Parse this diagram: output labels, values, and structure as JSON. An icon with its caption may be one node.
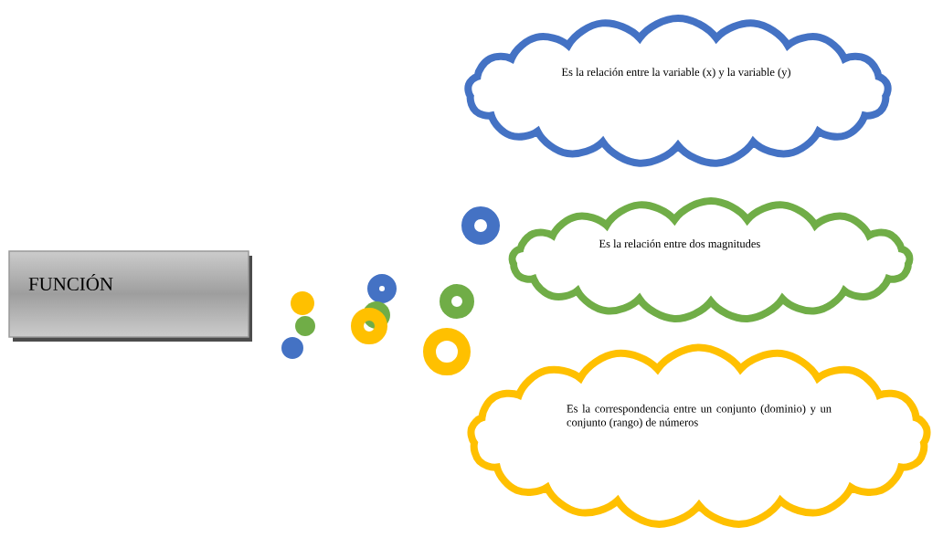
{
  "diagram": {
    "nodes": [
      {
        "text": [
          "FUNCIÓN"
        ]
      },
      {
        "text": [
          "Es la relación entre la variable (x) y la variable (y)"
        ]
      },
      {
        "text": [
          "Es la relación entre dos magnitudes"
        ]
      },
      {
        "text": [
          "Es la correspondencia entre un conjunto (dominio) y un conjunto (rango) de números"
        ]
      }
    ]
  }
}
